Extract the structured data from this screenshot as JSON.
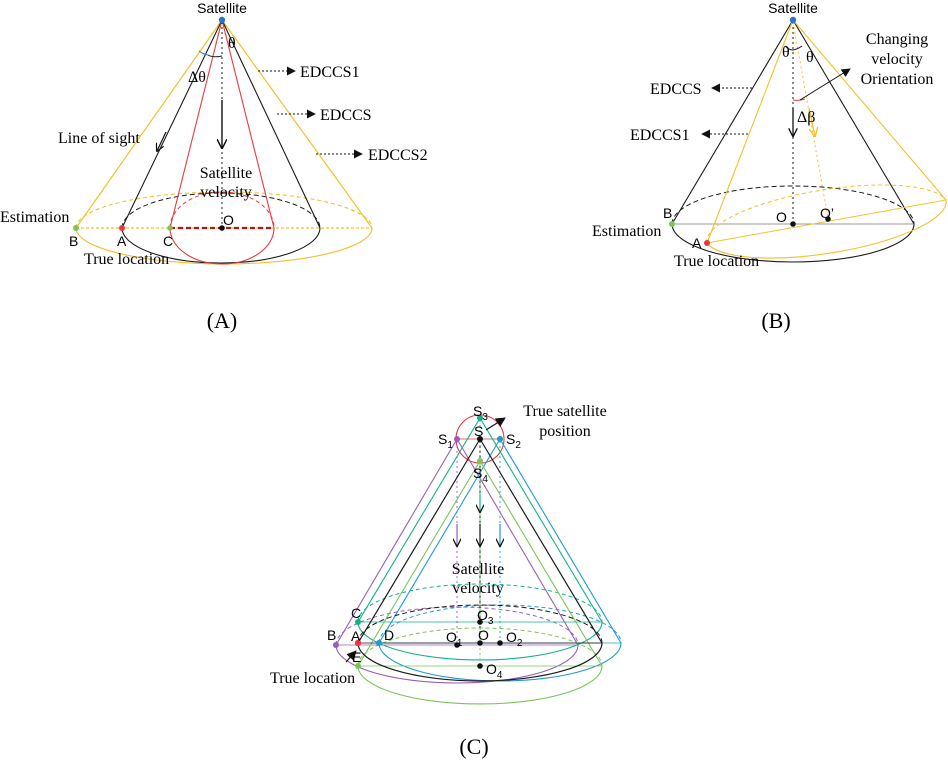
{
  "panels": {
    "a": {
      "caption": "(A)",
      "satellite": "Satellite",
      "theta": "θ",
      "delta_theta": "Δθ",
      "edccs1": "EDCCS1",
      "edccs": "EDCCS",
      "edccs2": "EDCCS2",
      "line_of_sight": "Line of sight",
      "velocity_line1": "Satellite",
      "velocity_line2": "velocity",
      "estimation": "Estimation",
      "true_location": "True location",
      "point_b": "B",
      "point_a": "A",
      "point_c": "C",
      "point_o": "O"
    },
    "b": {
      "caption": "(B)",
      "satellite": "Satellite",
      "theta_left": "θ",
      "theta_right": "θ",
      "changing_line1": "Changing",
      "changing_line2": "velocity",
      "changing_line3": "Orientation",
      "edccs": "EDCCS",
      "edccs1": "EDCCS1",
      "delta_beta": "Δβ",
      "estimation": "Estimation",
      "true_location": "True location",
      "point_b": "B",
      "point_a": "A",
      "point_o": "O",
      "point_o_prime": "O’"
    },
    "c": {
      "caption": "(C)",
      "s3": "S",
      "s3_sub": "3",
      "s1": "S",
      "s1_sub": "1",
      "s": "S",
      "s2": "S",
      "s2_sub": "2",
      "s4": "S",
      "s4_sub": "4",
      "true_sat_line1": "True satellite",
      "true_sat_line2": "position",
      "velocity_line1": "Satellite",
      "velocity_line2": "velocity",
      "true_location": "True location",
      "point_c": "C",
      "point_b": "B",
      "point_a": "A",
      "point_d": "D",
      "point_e": "E",
      "o": "O",
      "o1": "O",
      "o1_sub": "1",
      "o2": "O",
      "o2_sub": "2",
      "o3": "O",
      "o3_sub": "3",
      "o4": "O",
      "o4_sub": "4"
    }
  },
  "colors": {
    "black": "#1a1a1a",
    "yellow": "#f2c12e",
    "red": "#e8383d",
    "darkred": "#b01818",
    "blue": "#2a76c8",
    "green": "#7cc45a",
    "teal": "#16b08a",
    "purple": "#9b5db8",
    "cyan": "#1e9ad6",
    "gray": "#555555"
  }
}
